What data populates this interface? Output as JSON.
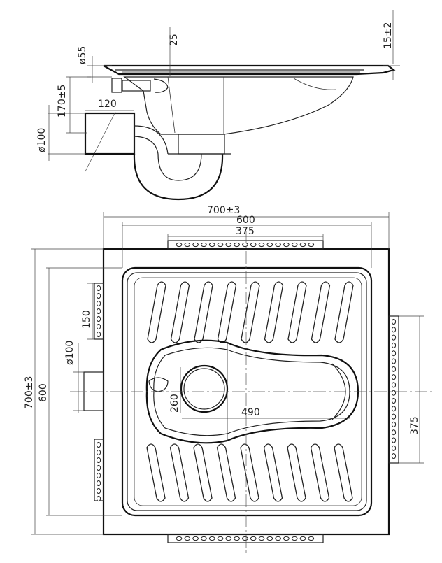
{
  "side_view": {
    "dims": {
      "drain_diameter": "ø55",
      "rim_offset": "25",
      "rim_height": "15±2",
      "drain_height": "170±5",
      "outlet_length": "120",
      "outlet_diameter": "ø100"
    }
  },
  "plan_view": {
    "dims": {
      "overall_width": "700±3",
      "inner_width": "600",
      "flange_width": "375",
      "overall_height": "700±3",
      "inner_height": "600",
      "side_flange": "150",
      "outlet_diameter": "ø100",
      "bowl_diameter": "260",
      "bowl_length": "490",
      "right_flange": "375"
    },
    "groove_count_per_row": 9
  }
}
